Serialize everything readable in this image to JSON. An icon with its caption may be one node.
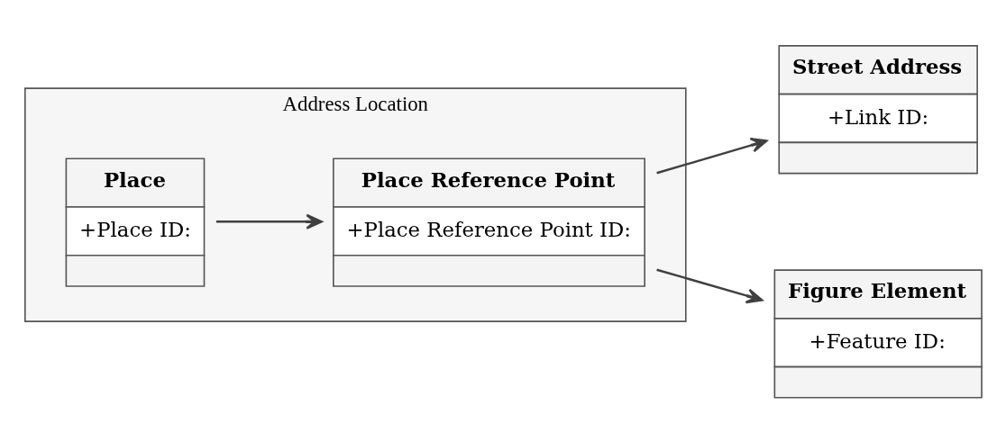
{
  "diagram": {
    "nodes": [
      {
        "text": [
          "Address Location"
        ]
      },
      {
        "text": [
          "Place",
          "+Place ID:"
        ],
        "in": 0
      },
      {
        "text": [
          "Place Reference Point",
          "+Place Reference Point ID:"
        ],
        "in": 0
      },
      {
        "text": [
          "Street Address",
          "+Link ID:"
        ]
      },
      {
        "text": [
          "Figure Element",
          "+Feature ID:"
        ]
      }
    ],
    "edges": [
      {
        "from": 1,
        "to": 2,
        "arrow": "to"
      },
      {
        "from": 2,
        "to": 3,
        "arrow": "to"
      },
      {
        "from": 2,
        "to": 4,
        "arrow": "to"
      }
    ]
  }
}
